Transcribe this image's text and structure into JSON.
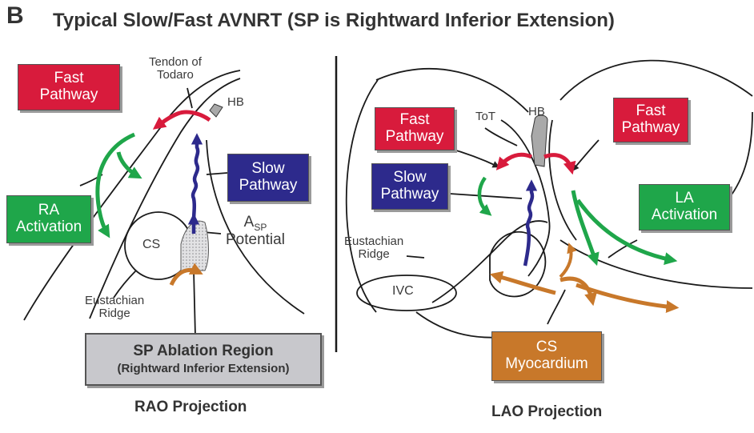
{
  "figure": {
    "letter": "B",
    "title": "Typical Slow/Fast AVNRT (SP is Rightward Inferior Extension)"
  },
  "colors": {
    "fast": "#d81b3c",
    "slow": "#2d2a8c",
    "ra": "#1fa64a",
    "cs": "#c8782a",
    "ablation": "#c8c8cc"
  },
  "rao": {
    "fast_pathway": [
      "Fast",
      "Pathway"
    ],
    "tendon": [
      "Tendon of",
      "Todaro"
    ],
    "hb": "HB",
    "slow_pathway": [
      "Slow",
      "Pathway"
    ],
    "ra_activation": [
      "RA",
      "Activation"
    ],
    "asp": {
      "main": "A",
      "sub": "SP",
      "line2": "Potential"
    },
    "cs": "CS",
    "eustachian": [
      "Eustachian",
      "Ridge"
    ],
    "ablation": [
      "SP Ablation Region",
      "(Rightward Inferior Extension)"
    ],
    "projection": "RAO Projection"
  },
  "lao": {
    "fast_pathway_left": [
      "Fast",
      "Pathway"
    ],
    "tot": "ToT",
    "hb": "HB",
    "fast_pathway_right": [
      "Fast",
      "Pathway"
    ],
    "slow_pathway": [
      "Slow",
      "Pathway"
    ],
    "la_activation": [
      "LA",
      "Activation"
    ],
    "eustachian": [
      "Eustachian",
      "Ridge"
    ],
    "ivc": "IVC",
    "cs_myocardium": [
      "CS",
      "Myocardium"
    ],
    "projection": "LAO Projection"
  }
}
